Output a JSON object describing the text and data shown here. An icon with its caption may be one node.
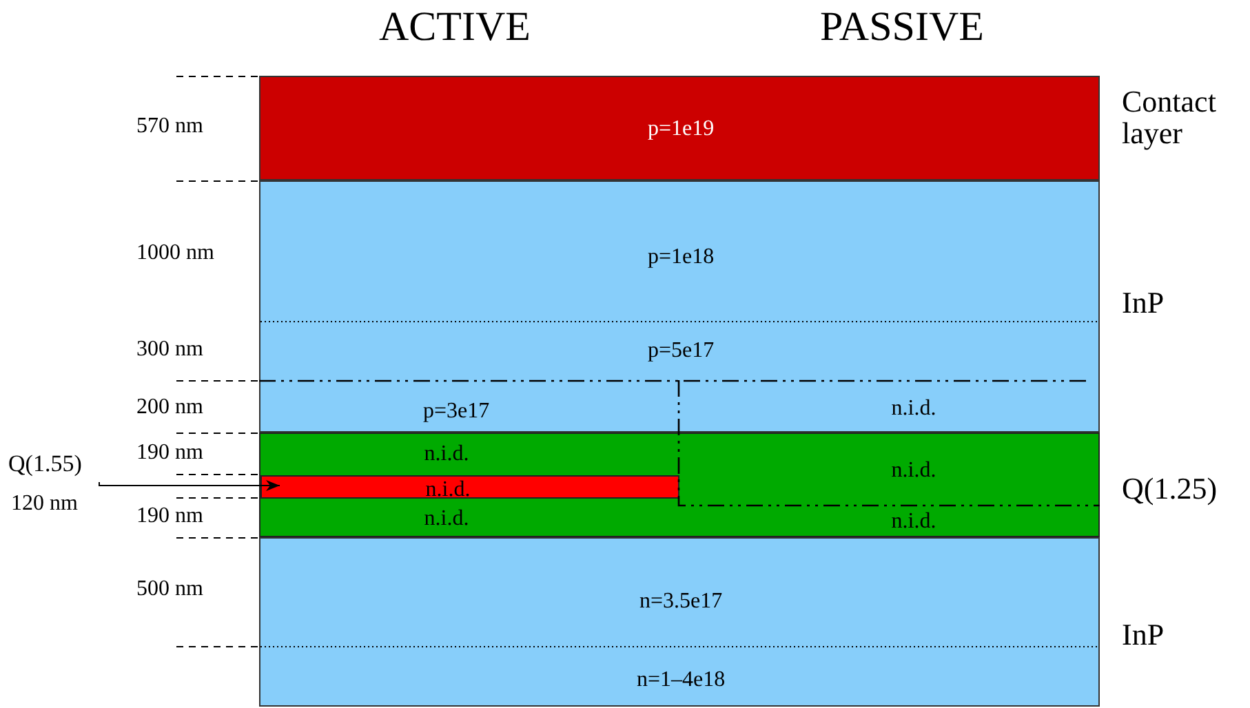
{
  "diagram": {
    "nodes": [
      {
        "text": [
          "p=1e19"
        ]
      },
      {
        "text": [
          "p=1e18",
          "p=5e17",
          "p=3e17",
          "n.i.d."
        ]
      },
      {
        "text": [
          "n.i.d.",
          "n.i.d.",
          "n.i.d.",
          "n.i.d."
        ]
      },
      {
        "text": [
          "n.i.d."
        ],
        "in": 2
      },
      {
        "text": [
          "n=3.5e17",
          "n=1–4e18"
        ]
      },
      {
        "text": [
          "Q(1.55)"
        ]
      }
    ],
    "edges": [
      {
        "from": 5,
        "to": 3,
        "arrow": "to"
      }
    ],
    "labels": [
      "ACTIVE",
      "PASSIVE",
      "570 nm",
      "Contact layer",
      "1000 nm",
      "InP",
      "300 nm",
      "200 nm",
      "190 nm",
      "120 nm",
      "190 nm",
      "Q(1.25)",
      "500 nm",
      "InP"
    ]
  }
}
